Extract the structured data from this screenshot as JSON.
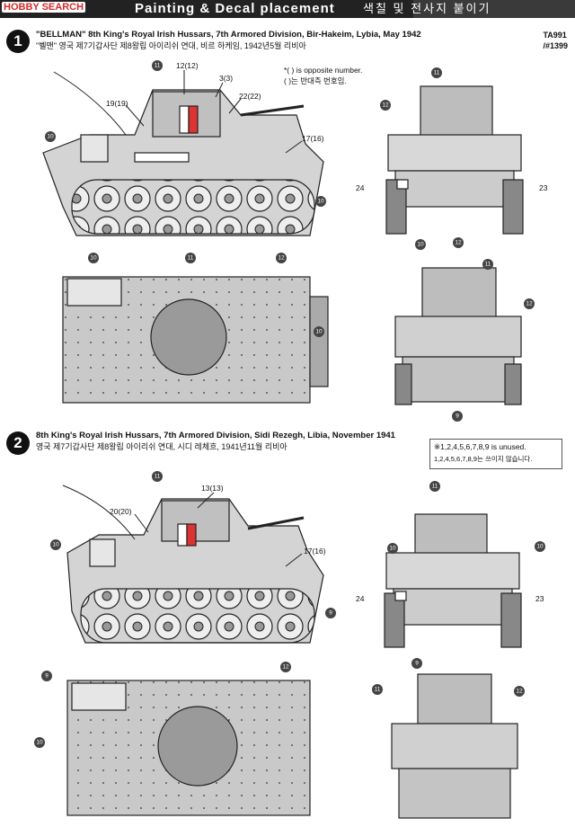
{
  "header": {
    "watermark": "HOBBY SEARCH",
    "title": "Painting & Decal placement",
    "title_korean": "색칠 및 전사지 붙이기"
  },
  "product_code": {
    "line1": "TA991",
    "line2": "/#1399"
  },
  "scheme1": {
    "number": "1",
    "caption_en": "\"BELLMAN\" 8th King's Royal Irish Hussars, 7th Armored Division, Bir-Hakeim, Lybia, May 1942",
    "caption_ko": "\"벨맨\" 영국 제7기갑사단 제8왕립 아이리쉬 연대, 비르 하케임, 1942년5월 리비아",
    "note_en": "*(  ) is opposite number.",
    "note_ko": "(  )는 반대측 번호임.",
    "side_labels": [
      "12(12)",
      "3(3)",
      "19(19)",
      "22(22)",
      "17(16)"
    ],
    "rear_labels": [
      "24",
      "23"
    ]
  },
  "scheme2": {
    "number": "2",
    "caption_en": "8th King's Royal Irish Hussars, 7th Armored Division, Sidi Rezegh, Libia, November 1941",
    "caption_ko": "영국 제7기갑사단 제8왕립 아이리쉬 연대, 시디 레체흐, 1941년11월 리비아",
    "unused_en": "※1,2,4,5,6,7,8,9 is unused.",
    "unused_ko": "1,2,4,5,6,7,8,9는 쓰이지 않습니다.",
    "side_labels": [
      "13(13)",
      "20(20)",
      "17(16)"
    ],
    "rear_labels": [
      "24",
      "23"
    ]
  },
  "callout_numbers": [
    "10",
    "11",
    "12",
    "9"
  ]
}
